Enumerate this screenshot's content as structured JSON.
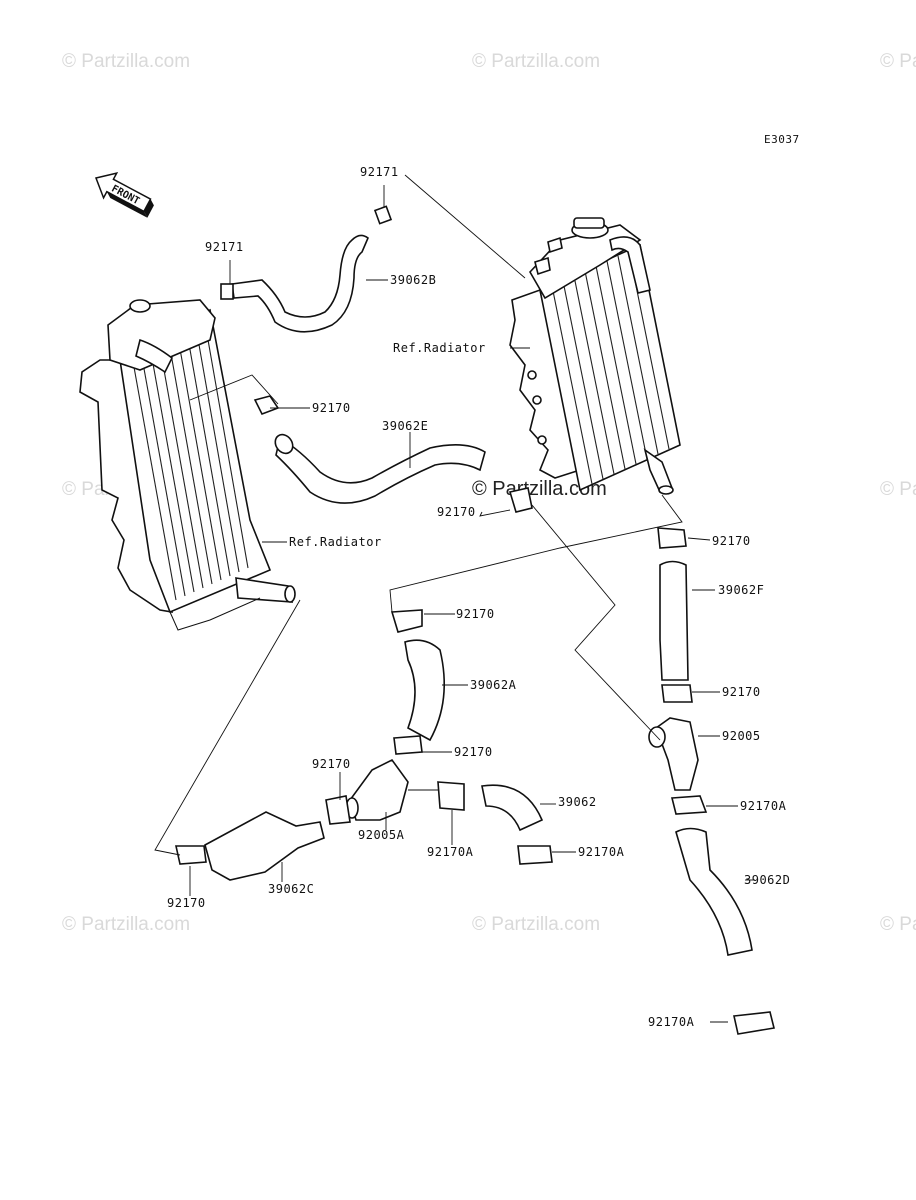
{
  "diagram": {
    "code": "E3037",
    "front_arrow": "FRONT",
    "watermark": "© Partzilla.com",
    "callouts": {
      "c_92171_top": "92171",
      "c_92171_left": "92171",
      "c_39062B": "39062B",
      "c_ref_radiator_right": "Ref.Radiator",
      "c_92170_upper_left": "92170",
      "c_39062E": "39062E",
      "c_92170_mid": "92170",
      "c_ref_radiator_left": "Ref.Radiator",
      "c_92170_right_upper": "92170",
      "c_39062F": "39062F",
      "c_92170_center_top": "92170",
      "c_39062A": "39062A",
      "c_92170_right_mid": "92170",
      "c_92005": "92005",
      "c_92170_center_low": "92170",
      "c_92170_left_low": "92170",
      "c_39062": "39062",
      "c_92170A_right": "92170A",
      "c_92005A": "92005A",
      "c_92170A_center": "92170A",
      "c_92170A_lower": "92170A",
      "c_39062D": "39062D",
      "c_92170_bottom_left": "92170",
      "c_39062C": "39062C",
      "c_92170A_bottom": "92170A"
    }
  }
}
